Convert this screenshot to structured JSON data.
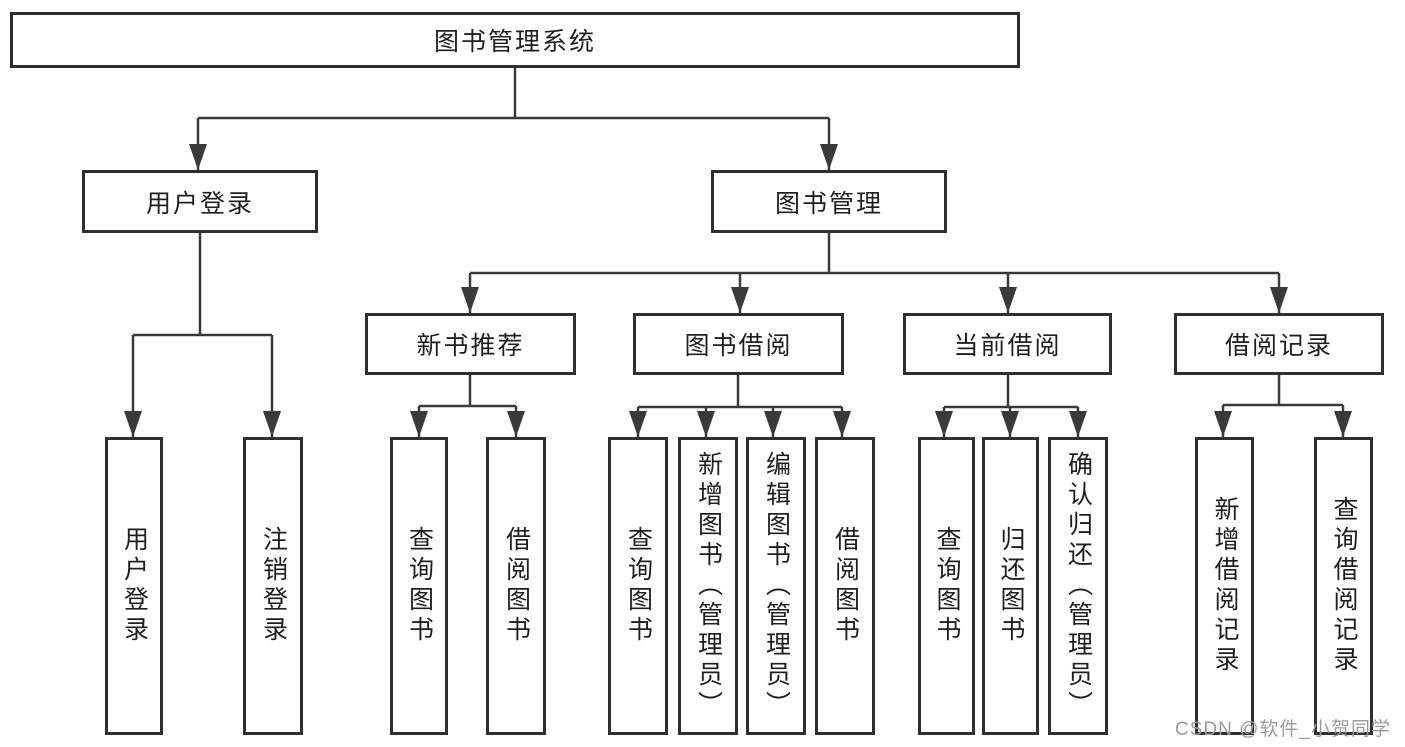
{
  "root": {
    "label": "图书管理系统"
  },
  "level2": {
    "user_login": "用户登录",
    "book_mgmt": "图书管理"
  },
  "level3": {
    "new_books": "新书推荐",
    "book_borrow": "图书借阅",
    "current_borrow": "当前借阅",
    "borrow_records": "借阅记录"
  },
  "leaves": {
    "user": [
      "用户登录",
      "注销登录"
    ],
    "new_books": [
      "查询图书",
      "借阅图书"
    ],
    "book_borrow": [
      "查询图书",
      "新增图书（管理员）",
      "编辑图书（管理员）",
      "借阅图书"
    ],
    "current_borrow": [
      "查询图书",
      "归还图书",
      "确认归还（管理员）"
    ],
    "borrow_records": [
      "新增借阅记录",
      "查询借阅记录"
    ]
  },
  "watermark": "CSDN @软件_小贺同学",
  "colors": {
    "line": "#3a3a3a",
    "box_border": "#2f2f2f",
    "text": "#1f1f1f",
    "watermark": "#9b9b9b",
    "background": "#ffffff"
  }
}
